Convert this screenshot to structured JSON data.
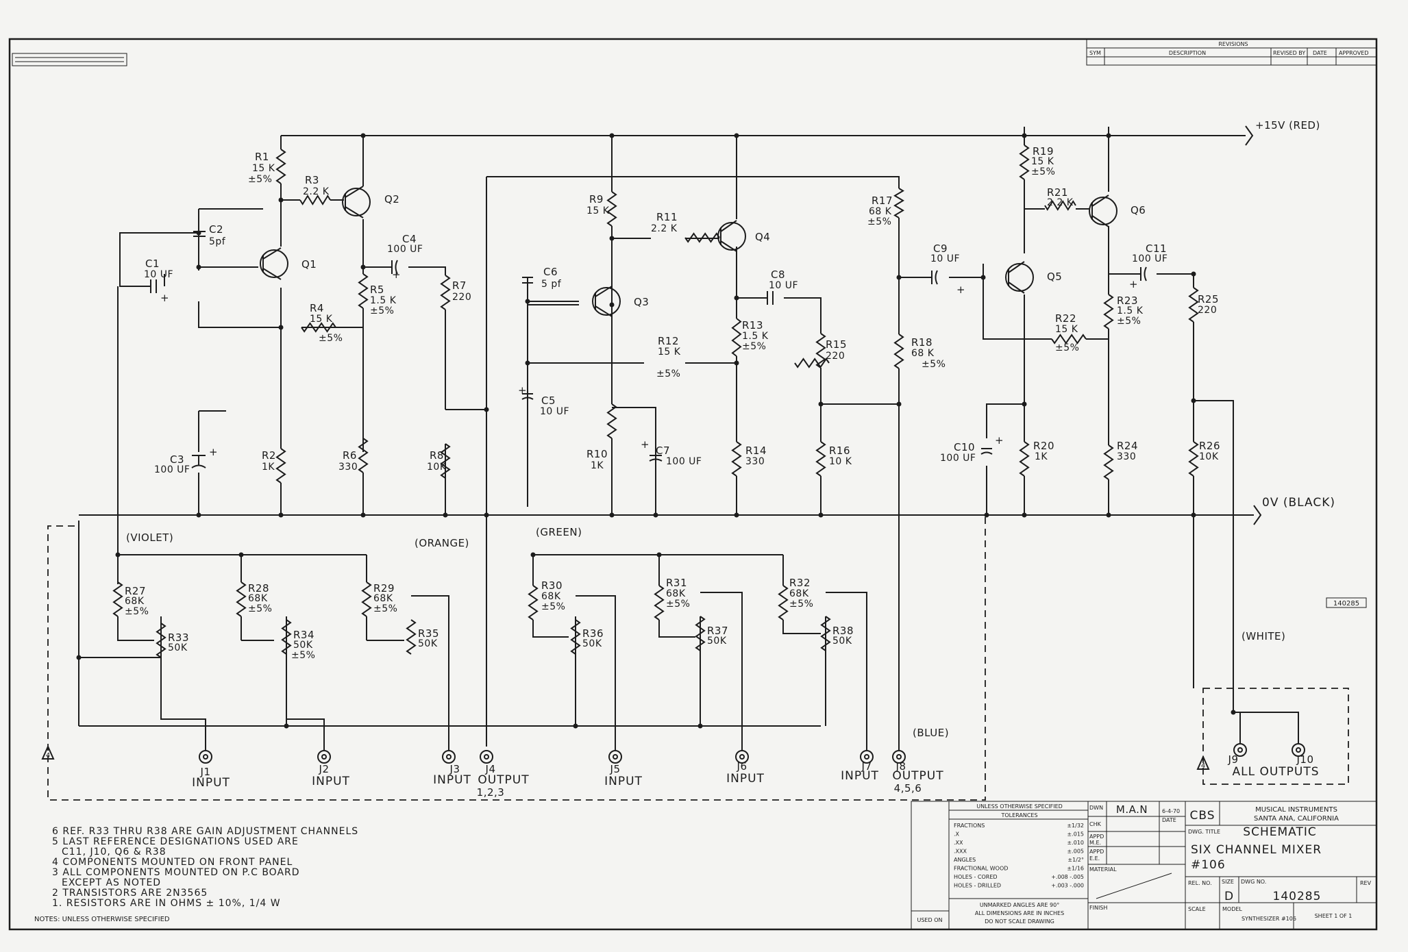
{
  "revisions": {
    "title": "REVISIONS",
    "col_sym": "SYM",
    "col_description": "DESCRIPTION",
    "col_revised_by": "REVISED BY",
    "col_date": "DATE",
    "col_approved": "APPROVED"
  },
  "rails": {
    "supply": "+15V (RED)",
    "ground": "0V (BLACK)",
    "white": "(WHITE)",
    "blue": "(BLUE)",
    "violet": "(VIOLET)",
    "orange": "(ORANGE)",
    "green": "(GREEN)"
  },
  "components": {
    "R1": [
      "R1",
      "15 K",
      "±5%"
    ],
    "R3": [
      "R3",
      "2.2 K"
    ],
    "R4": [
      "R4",
      "15 K",
      "±5%"
    ],
    "R5": [
      "R5",
      "1.5 K",
      "±5%"
    ],
    "R7": [
      "R7",
      "220"
    ],
    "R2": [
      "R2",
      "1K"
    ],
    "R6": [
      "R6",
      "330"
    ],
    "R8": [
      "R8",
      "10K"
    ],
    "R9": [
      "R9",
      "15 K"
    ],
    "R11": [
      "R11",
      "2.2 K"
    ],
    "R12": [
      "R12",
      "15 K",
      "±5%"
    ],
    "R13": [
      "R13",
      "1.5 K",
      "±5%"
    ],
    "R15": [
      "R15",
      "220"
    ],
    "R10": [
      "R10",
      "1K"
    ],
    "R14": [
      "R14",
      "330"
    ],
    "R16": [
      "R16",
      "10 K"
    ],
    "R17": [
      "R17",
      "68 K",
      "±5%"
    ],
    "R18": [
      "R18",
      "68 K",
      "±5%"
    ],
    "R19": [
      "R19",
      "15 K",
      "±5%"
    ],
    "R21": [
      "R21",
      "2.2 K"
    ],
    "R22": [
      "R22",
      "15 K",
      "±5%"
    ],
    "R23": [
      "R23",
      "1.5 K",
      "±5%"
    ],
    "R25": [
      "R25",
      "220"
    ],
    "R20": [
      "R20",
      "1K"
    ],
    "R24": [
      "R24",
      "330"
    ],
    "R26": [
      "R26",
      "10K"
    ],
    "R27": [
      "R27",
      "68K",
      "±5%"
    ],
    "R28": [
      "R28",
      "68K",
      "±5%"
    ],
    "R29": [
      "R29",
      "68K",
      "±5%"
    ],
    "R30": [
      "R30",
      "68K",
      "±5%"
    ],
    "R31": [
      "R31",
      "68K",
      "±5%"
    ],
    "R32": [
      "R32",
      "68K",
      "±5%"
    ],
    "R33": [
      "R33",
      "50K"
    ],
    "R34": [
      "R34",
      "50K",
      "±5%"
    ],
    "R35": [
      "R35",
      "50K"
    ],
    "R36": [
      "R36",
      "50K"
    ],
    "R37": [
      "R37",
      "50K"
    ],
    "R38": [
      "R38",
      "50K"
    ],
    "C1": [
      "C1",
      "10 UF"
    ],
    "C2": [
      "C2",
      "5pf"
    ],
    "C3": [
      "C3",
      "100 UF"
    ],
    "C4": [
      "C4",
      "100 UF"
    ],
    "C5": [
      "C5",
      "10 UF"
    ],
    "C6": [
      "C6",
      "5 pf"
    ],
    "C7": [
      "C7",
      "100 UF"
    ],
    "C8": [
      "C8",
      "10 UF"
    ],
    "C9": [
      "C9",
      "10 UF"
    ],
    "C10": [
      "C10",
      "100 UF"
    ],
    "C11": [
      "C11",
      "100 UF"
    ],
    "Q1": "Q1",
    "Q2": "Q2",
    "Q3": "Q3",
    "Q4": "Q4",
    "Q5": "Q5",
    "Q6": "Q6",
    "plus": "+"
  },
  "jacks": {
    "J1": [
      "J1",
      "INPUT"
    ],
    "J2": [
      "J2",
      "INPUT"
    ],
    "J3": [
      "J3",
      "INPUT"
    ],
    "J4": [
      "J4",
      "OUTPUT",
      "1,2,3"
    ],
    "J5": [
      "J5",
      "INPUT"
    ],
    "J6": [
      "J6",
      "INPUT"
    ],
    "J7": [
      "J7",
      "INPUT"
    ],
    "J8": [
      "J8",
      "OUTPUT",
      "4,5,6"
    ],
    "J9": "J9",
    "J10": "J10",
    "all_outputs": "ALL OUTPUTS",
    "flag": "4"
  },
  "margin_ref": "140285",
  "notes": [
    "6 REF. R33 THRU R38 ARE GAIN ADJUSTMENT CHANNELS",
    "5 LAST REFERENCE DESIGNATIONS USED ARE",
    "C11, J10, Q6 & R38",
    "4 COMPONENTS MOUNTED ON FRONT PANEL",
    "3 ALL COMPONENTS MOUNTED ON P.C BOARD",
    "EXCEPT AS NOTED",
    "2 TRANSISTORS ARE 2N3565",
    "1. RESISTORS ARE IN OHMS ± 10%, 1/4 W",
    "NOTES: UNLESS OTHERWISE SPECIFIED"
  ],
  "title_block": {
    "unless": "UNLESS OTHERWISE SPECIFIED",
    "tolerances": "TOLERANCES",
    "tol_rows": [
      [
        "FRACTIONS",
        "±1/32"
      ],
      [
        ".X",
        "±.015"
      ],
      [
        ".XX",
        "±.010"
      ],
      [
        ".XXX",
        "±.005"
      ],
      [
        "ANGLES",
        "±1/2°"
      ],
      [
        "FRACTIONAL WOOD",
        "±1/16"
      ],
      [
        "HOLES - CORED",
        "+.008 -.005"
      ],
      [
        "HOLES - DRILLED",
        "+.003 -.000"
      ]
    ],
    "unmarked1": "UNMARKED ANGLES ARE 90°",
    "unmarked2": "ALL DIMENSIONS ARE IN INCHES",
    "unmarked3": "DO NOT SCALE DRAWING",
    "used_on": "USED ON",
    "dwn": "DWN",
    "dwn_val": "M.A.N",
    "dwn_date": "6-4-70",
    "chk": "CHK",
    "appd": "APPD",
    "me": "M.E.",
    "appd2": "APPD",
    "ee": "E.E.",
    "date_lbl": "DATE",
    "material": "MATERIAL",
    "finish": "FINISH",
    "company1": "CBS",
    "company2": "MUSICAL INSTRUMENTS",
    "company3": "SANTA ANA, CALIFORNIA",
    "dwg_title_lbl": "DWG. TITLE",
    "dwg_title": "SCHEMATIC",
    "dwg_sub1": "SIX CHANNEL MIXER",
    "dwg_sub2": "#106",
    "rel_no": "REL. NO.",
    "size_lbl": "SIZE",
    "size": "D",
    "dwg_no_lbl": "DWG NO.",
    "dwg_no": "140285",
    "rev": "REV",
    "scale": "SCALE",
    "model_lbl": "MODEL",
    "model": "SYNTHESIZER #106",
    "sheet": "SHEET 1 OF 1"
  }
}
